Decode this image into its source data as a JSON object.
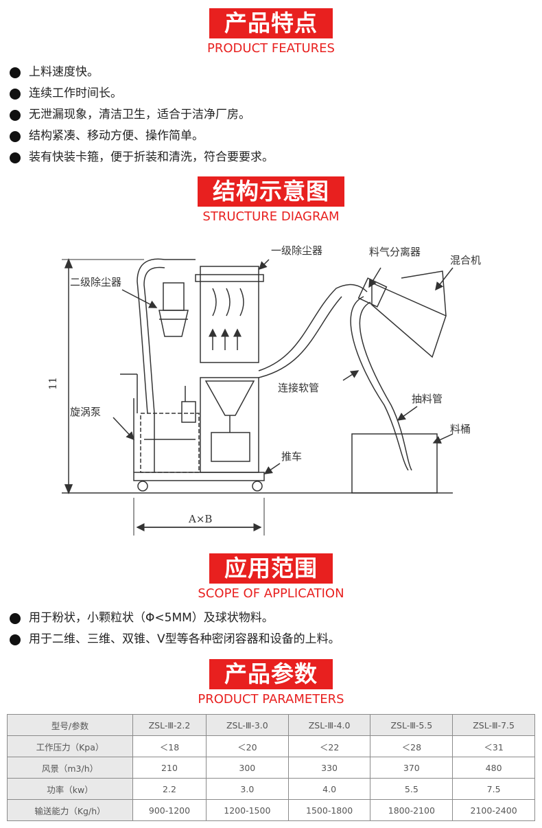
{
  "features": {
    "title_cn": "产品特点",
    "title_en": "PRODUCT FEATURES",
    "items": [
      "上料速度快。",
      "连续工作时间长。",
      "无泄漏现象，清洁卫生，适合于洁净厂房。",
      "结构紧凑、移动方便、操作简单。",
      "装有快装卡箍，便于折装和清洗，符合要要求。"
    ]
  },
  "structure": {
    "title_cn": "结构示意图",
    "title_en": "STRUCTURE DIAGRAM",
    "labels": {
      "primary_filter": "一级除尘器",
      "separator": "料气分离器",
      "mixer": "混合机",
      "secondary_filter": "二级除尘器",
      "height": "11",
      "hose": "连接软管",
      "suction_pipe": "抽料管",
      "vortex_pump": "旋涡泵",
      "bucket": "料桶",
      "cart": "推车",
      "width": "A×B"
    }
  },
  "application": {
    "title_cn": "应用范围",
    "title_en": "SCOPE OF APPLICATION",
    "items": [
      "用于粉状，小颗粒状（Φ<5MM）及球状物料。",
      "用于二维、三维、双锥、V型等各种密闭容器和设备的上料。"
    ]
  },
  "parameters": {
    "title_cn": "产品参数",
    "title_en": "PRODUCT PARAMETERS",
    "headers": [
      "型号/参数",
      "ZSL-Ⅲ-2.2",
      "ZSL-Ⅲ-3.0",
      "ZSL-Ⅲ-4.0",
      "ZSL-Ⅲ-5.5",
      "ZSL-Ⅲ-7.5"
    ],
    "rows": [
      [
        "工作压力（Kpa）",
        "＜18",
        "＜20",
        "＜22",
        "＜28",
        "＜31"
      ],
      [
        "风景（m3/h）",
        "210",
        "300",
        "330",
        "370",
        "480"
      ],
      [
        "功率（kw）",
        "2.2",
        "3.0",
        "4.0",
        "5.5",
        "7.5"
      ],
      [
        "输送能力（Kg/h）",
        "900-1200",
        "1200-1500",
        "1500-1800",
        "1800-2100",
        "2100-2400"
      ]
    ]
  }
}
